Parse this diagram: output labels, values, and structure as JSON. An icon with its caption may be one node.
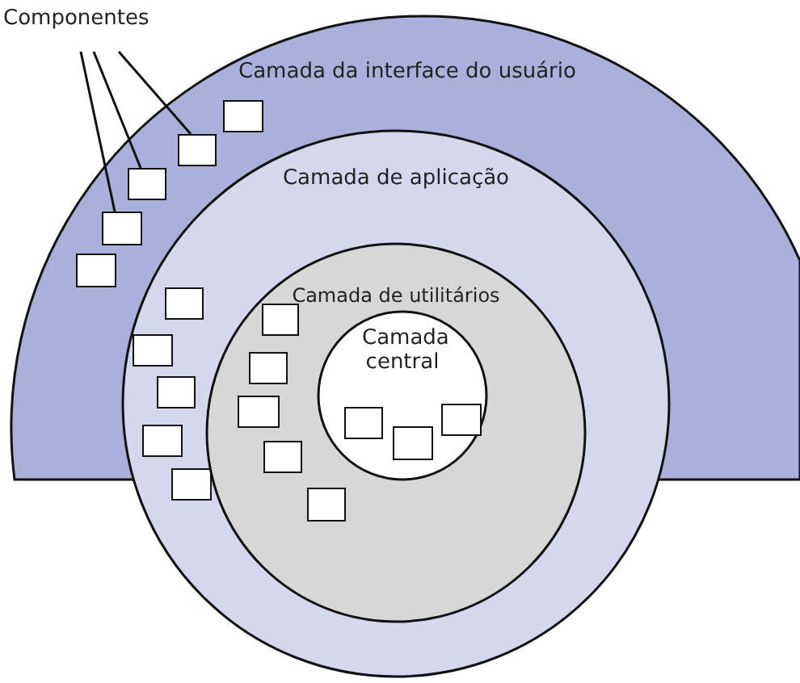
{
  "diagram": {
    "nodes": [
      {
        "text": [
          "Componentes"
        ]
      },
      {
        "text": [
          "Camada da interface do usuário"
        ]
      },
      {
        "text": [],
        "shape": "box",
        "in": 1
      },
      {
        "text": [],
        "shape": "box",
        "in": 1
      },
      {
        "text": [],
        "shape": "box",
        "in": 1
      },
      {
        "text": [],
        "shape": "box",
        "in": 1
      },
      {
        "text": [],
        "shape": "box",
        "in": 1
      },
      {
        "text": [
          "Camada de aplicação"
        ]
      },
      {
        "text": [],
        "shape": "box"
      },
      {
        "text": [],
        "shape": "box"
      },
      {
        "text": [],
        "shape": "box"
      },
      {
        "text": [],
        "shape": "box"
      },
      {
        "text": [],
        "shape": "box",
        "in": 7
      },
      {
        "text": [
          "Camada de utilitários"
        ],
        "in": 7
      },
      {
        "text": [],
        "shape": "box"
      },
      {
        "text": [],
        "shape": "box"
      },
      {
        "text": [],
        "shape": "box"
      },
      {
        "text": [],
        "shape": "box"
      },
      {
        "text": [],
        "shape": "box",
        "in": 13
      },
      {
        "text": [
          "Camada central"
        ]
      },
      {
        "text": [],
        "shape": "box",
        "in": 19
      },
      {
        "text": [],
        "shape": "box",
        "in": 19
      },
      {
        "text": [],
        "shape": "box",
        "in": 19
      }
    ],
    "edges": [
      {
        "from": 0,
        "to": 5,
        "arrow": "none"
      },
      {
        "from": 0,
        "to": 4,
        "arrow": "none"
      },
      {
        "from": 0,
        "to": 3,
        "arrow": "none"
      }
    ]
  }
}
